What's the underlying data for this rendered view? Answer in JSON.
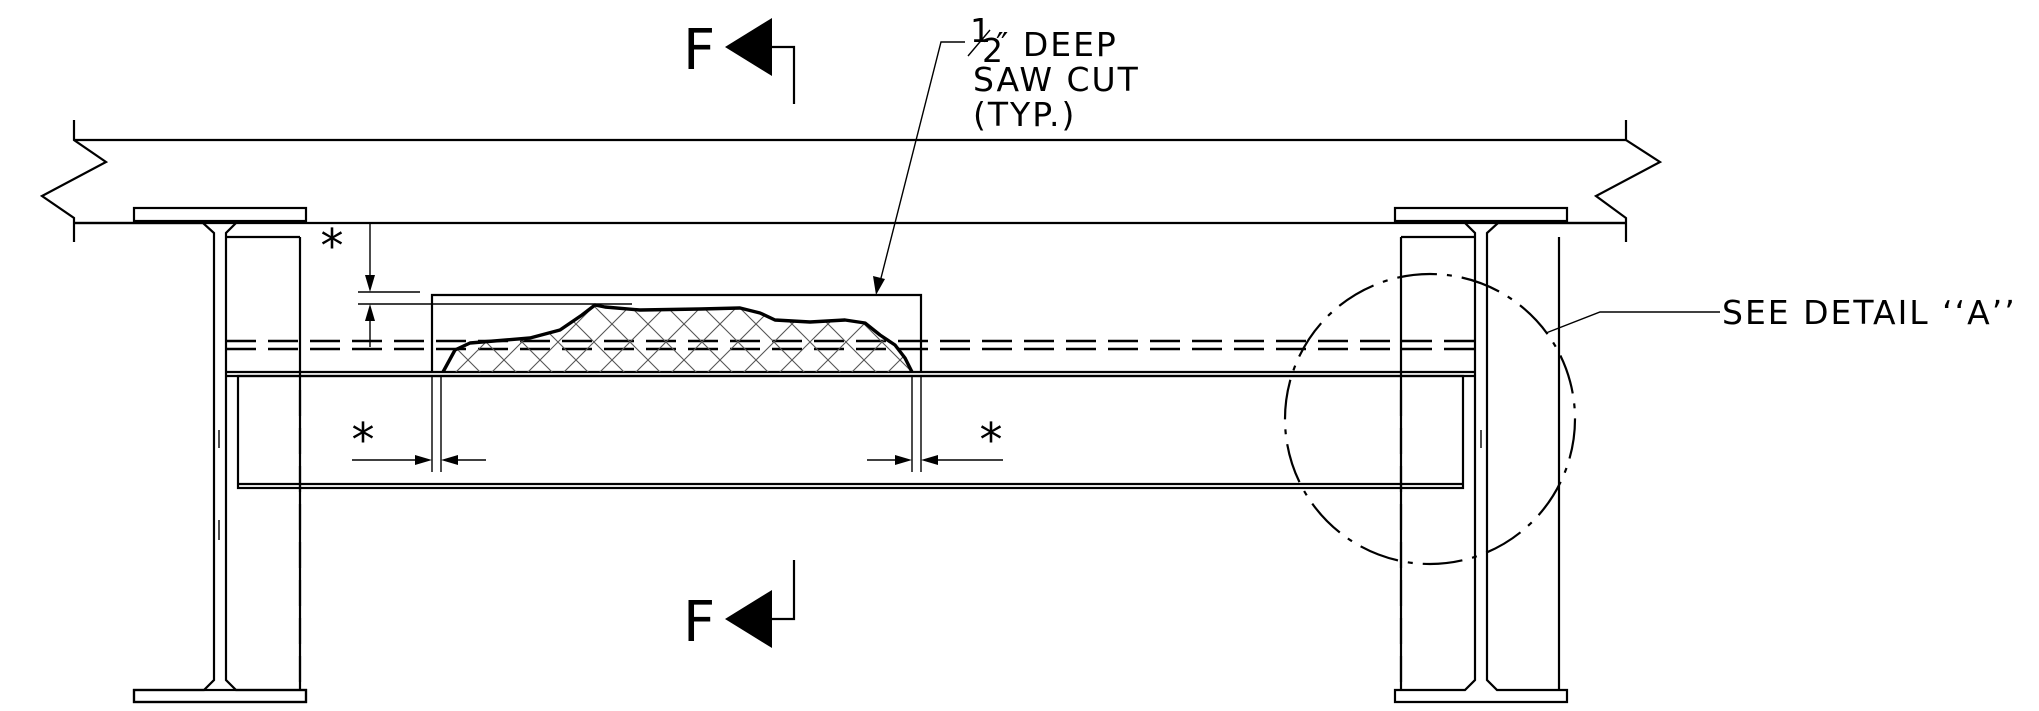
{
  "section_cut": {
    "letter_top": "F",
    "letter_bottom": "F"
  },
  "saw_cut_note": {
    "fraction_num": "1",
    "fraction_den": "2",
    "line1_rest": "″ DEEP",
    "line2": "SAW CUT",
    "line3": "(TYP.)"
  },
  "detail_callout": "SEE DETAIL ‘‘A’’",
  "dimension_marks": {
    "top_left": "*",
    "bottom_left": "*",
    "bottom_right": "*"
  }
}
